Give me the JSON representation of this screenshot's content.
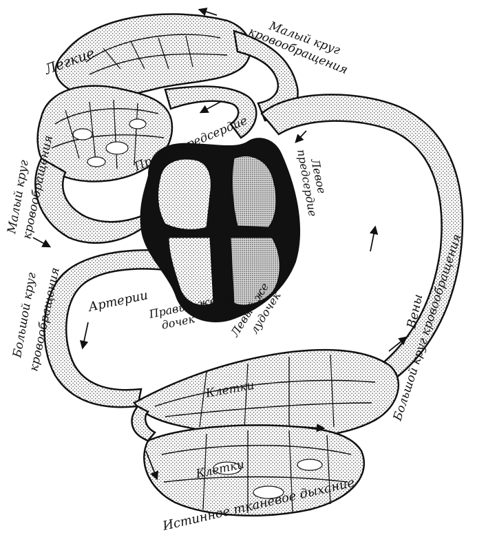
{
  "labels": {
    "lungs": "Легкие",
    "pulmonary_top_1": "Малый круг",
    "pulmonary_top_2": "кровообращения",
    "pulmonary_left_1": "Малый круг",
    "pulmonary_left_2": "кровообращения",
    "right_atrium": "Правое предсердие",
    "left_atrium_1": "Левое",
    "left_atrium_2": "предсердие",
    "systemic_left_1": "Большой круг",
    "systemic_left_2": "кровообращения",
    "arteries": "Артерии",
    "right_ventricle_1": "Правый желу-",
    "right_ventricle_2": "дочек",
    "left_ventricle_1": "Левый же",
    "left_ventricle_2": "лудочек",
    "veins": "Вены",
    "systemic_right": "Большой круг кровообращения",
    "cells_upper": "Клетки",
    "cells_lower": "Клетки",
    "tissue_respiration": "Истинное тканевое дыхание"
  },
  "colors": {
    "ink": "#111111",
    "stipple": "#555555",
    "paper": "#ffffff"
  }
}
